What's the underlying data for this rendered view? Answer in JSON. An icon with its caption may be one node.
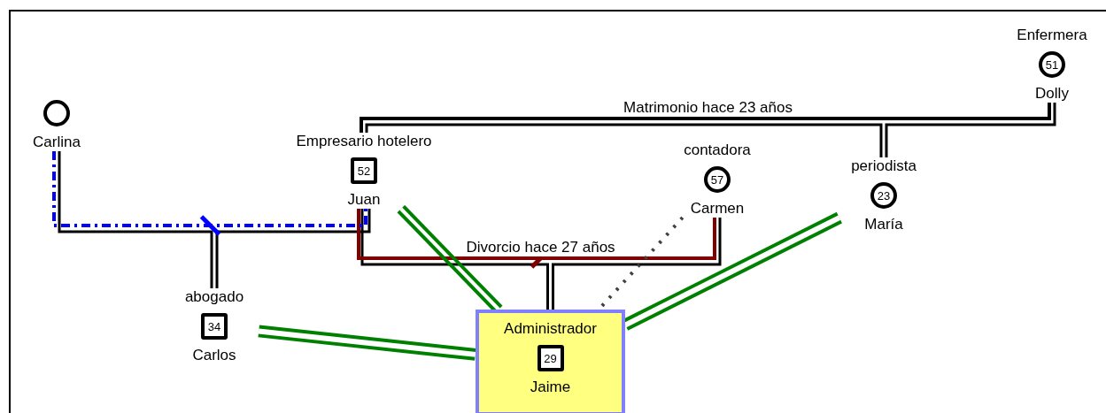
{
  "diagram": {
    "nodes": [
      {
        "text": [],
        "shape": "circle",
        "beside": [
          "Carlina"
        ]
      },
      {
        "text": [
          "52"
        ],
        "beside": [
          "Empresario hotelero",
          "Juan"
        ]
      },
      {
        "text": [
          "51"
        ],
        "beside": [
          "Enfermera",
          "Dolly"
        ]
      },
      {
        "text": [
          "57"
        ],
        "beside": [
          "contadora",
          "Carmen"
        ]
      },
      {
        "text": [
          "23"
        ],
        "beside": [
          "periodista",
          "María"
        ]
      },
      {
        "text": [
          "34"
        ],
        "beside": [
          "abogado",
          "Carlos"
        ]
      },
      {
        "text": [
          "Administrador",
          "Jaime"
        ]
      },
      {
        "text": [
          "29"
        ],
        "in": 6
      }
    ],
    "edges": [
      {
        "from": 1,
        "to": 2,
        "arrow": "none",
        "label": "Matrimonio hace 23 años"
      },
      {
        "from": 1,
        "to": 4,
        "arrow": "none"
      },
      {
        "from": 2,
        "to": 4,
        "arrow": "none"
      },
      {
        "from": 1,
        "to": 3,
        "arrow": "none",
        "label": "Divorcio hace 27 años",
        "color": "#800000"
      },
      {
        "from": 1,
        "to": 6,
        "arrow": "none"
      },
      {
        "from": 3,
        "to": 6,
        "arrow": "none"
      },
      {
        "from": 0,
        "to": 1,
        "arrow": "none",
        "style": "dashed",
        "color": "#0000ff"
      },
      {
        "from": 0,
        "to": 5,
        "arrow": "none"
      },
      {
        "from": 1,
        "to": 5,
        "arrow": "none"
      },
      {
        "from": 1,
        "to": 6,
        "arrow": "none",
        "style": "thick",
        "color": "#008000"
      },
      {
        "from": 5,
        "to": 6,
        "arrow": "none",
        "style": "thick",
        "color": "#008000"
      },
      {
        "from": 4,
        "to": 6,
        "arrow": "none",
        "style": "thick",
        "color": "#008000"
      },
      {
        "from": 3,
        "to": 6,
        "arrow": "none",
        "style": "dashed",
        "color": "#404040"
      }
    ]
  }
}
